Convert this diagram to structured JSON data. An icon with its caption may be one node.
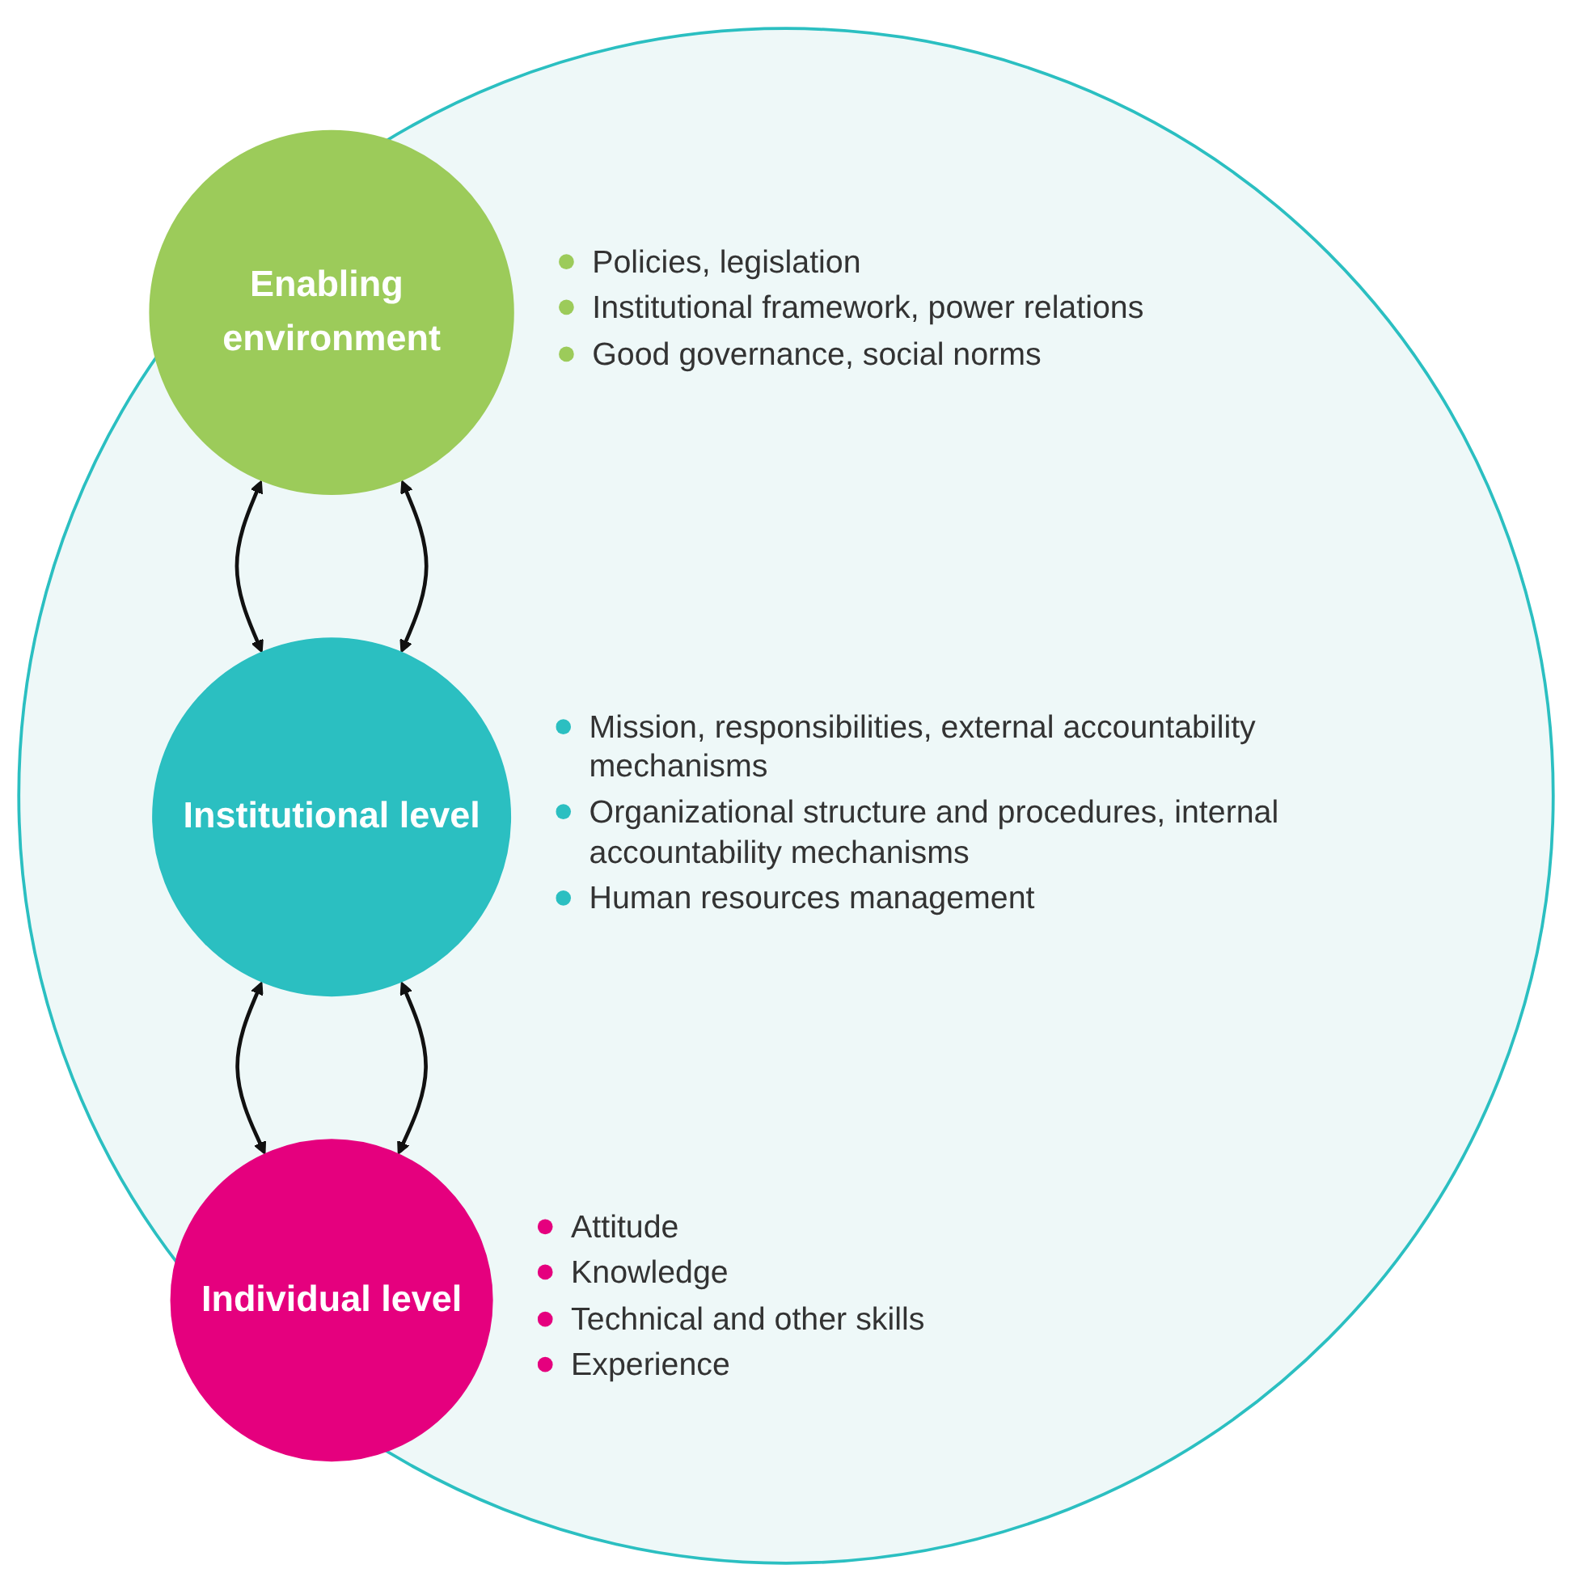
{
  "diagram": {
    "nodes": [
      {
        "text": [],
        "shape": "circle"
      },
      {
        "text": [
          "Enabling environment"
        ],
        "in": 0,
        "beside": [
          "Policies, legislation",
          "Institutional framework, power relations",
          "Good governance, social norms"
        ]
      },
      {
        "text": [
          "Institutional level"
        ],
        "in": 0,
        "beside": [
          "Mission, responsibilities, external accountability mechanisms",
          "Organizational structure and procedures, internal accountability mechanisms",
          "Human resources management"
        ]
      },
      {
        "text": [
          "Individual level"
        ],
        "in": 0,
        "beside": [
          "Attitude",
          "Knowledge",
          "Technical and other skills",
          "Experience"
        ]
      }
    ],
    "edges": [
      {
        "from": 1,
        "to": 2,
        "arrow": "both"
      },
      {
        "from": 1,
        "to": 2,
        "arrow": "both"
      },
      {
        "from": 2,
        "to": 3,
        "arrow": "both"
      },
      {
        "from": 2,
        "to": 3,
        "arrow": "both"
      }
    ]
  }
}
